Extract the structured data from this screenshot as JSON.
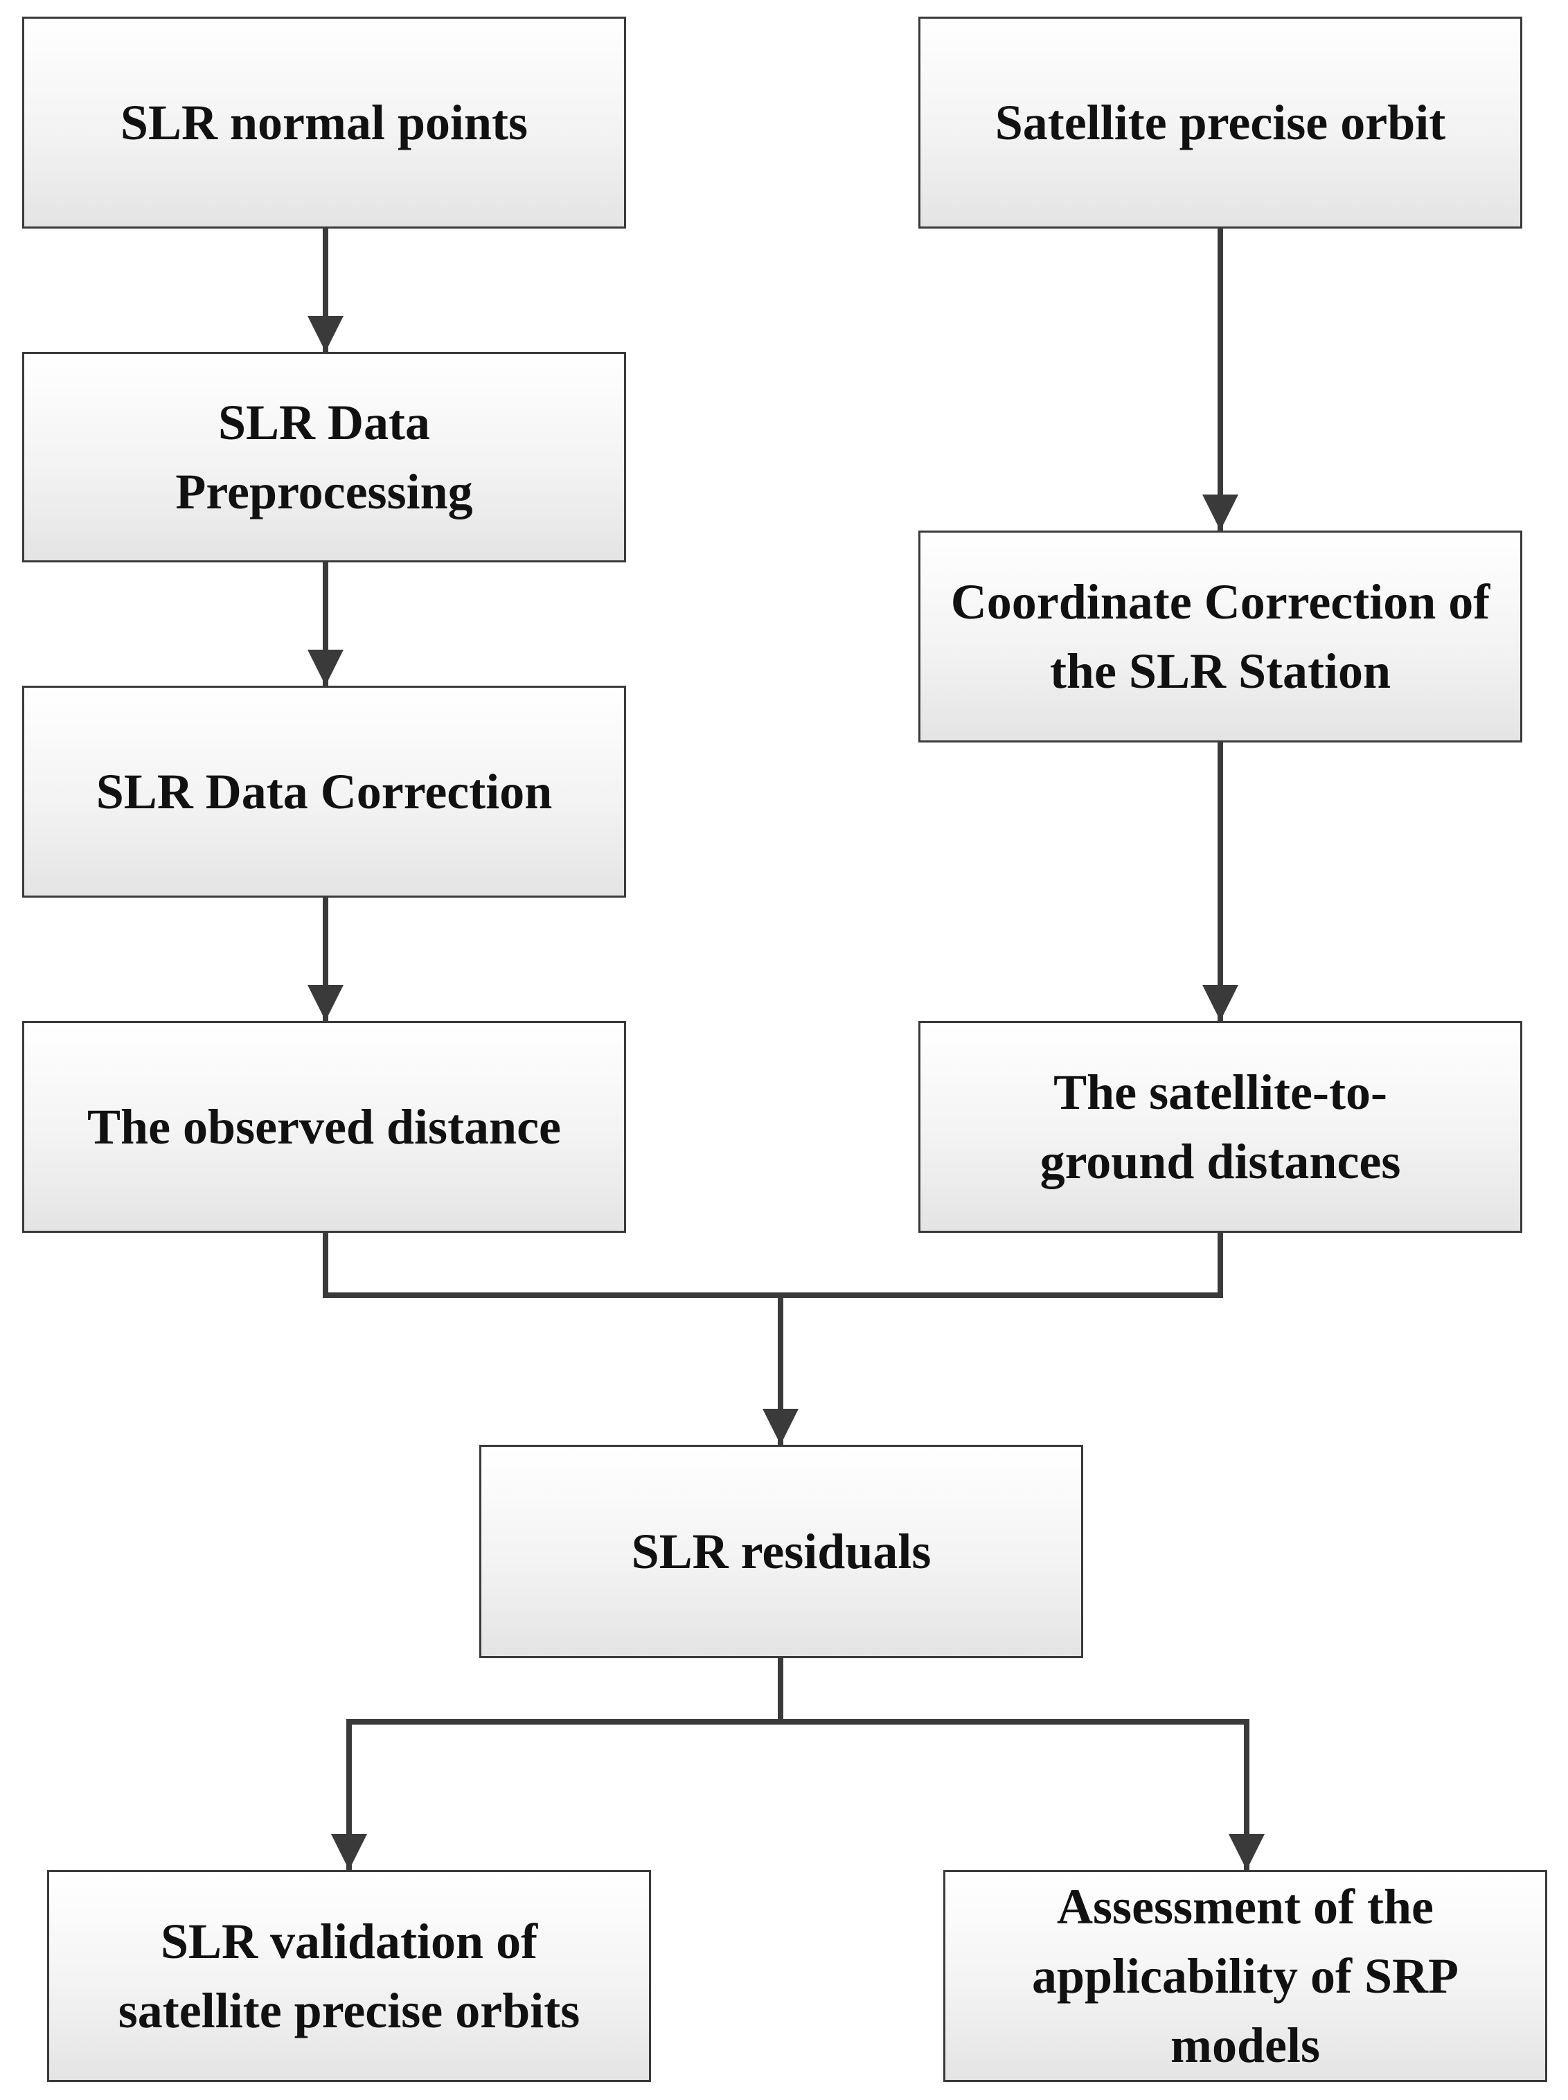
{
  "colors": {
    "line": "#3a3a3a",
    "text": "#111111"
  },
  "nodes": {
    "slr_normal_points": "SLR normal points",
    "satellite_precise_orbit": "Satellite precise orbit",
    "slr_data_preprocessing": "SLR Data Preprocessing",
    "coordinate_correction": "Coordinate Correction of the SLR Station",
    "slr_data_correction": "SLR Data Correction",
    "observed_distance": "The observed distance",
    "satellite_to_ground": "The satellite-to-ground distances",
    "slr_residuals": "SLR residuals",
    "slr_validation": "SLR validation of satellite precise orbits",
    "srp_assessment": "Assessment of the applicability of SRP models"
  },
  "edges": [
    [
      "slr_normal_points",
      "slr_data_preprocessing"
    ],
    [
      "slr_data_preprocessing",
      "slr_data_correction"
    ],
    [
      "slr_data_correction",
      "observed_distance"
    ],
    [
      "satellite_precise_orbit",
      "coordinate_correction"
    ],
    [
      "coordinate_correction",
      "satellite_to_ground"
    ],
    [
      "observed_distance",
      "slr_residuals"
    ],
    [
      "satellite_to_ground",
      "slr_residuals"
    ],
    [
      "slr_residuals",
      "slr_validation"
    ],
    [
      "slr_residuals",
      "srp_assessment"
    ]
  ]
}
